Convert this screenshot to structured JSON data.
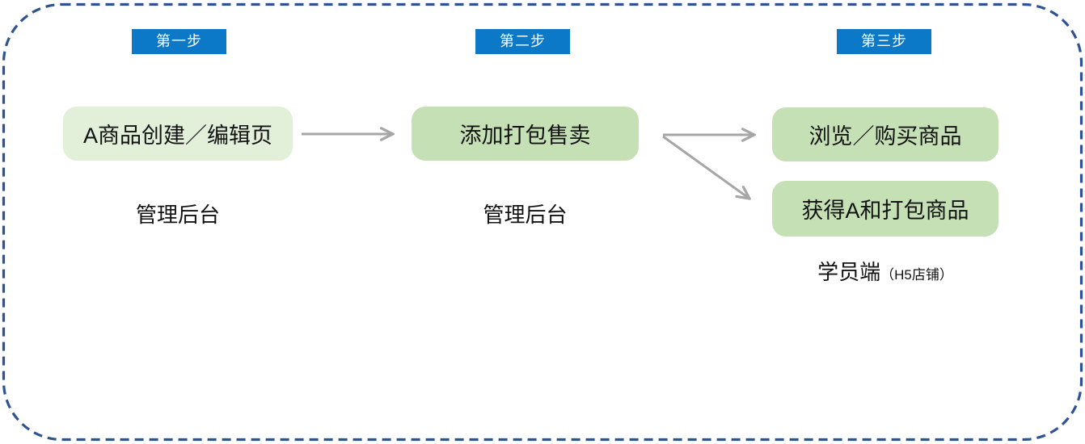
{
  "badges": {
    "step1": "第一步",
    "step2": "第二步",
    "step3": "第三步"
  },
  "boxes": {
    "box1": "A商品创建／编辑页",
    "box2": "添加打包售卖",
    "box3": "浏览／购买商品",
    "box4": "获得A和打包商品"
  },
  "labels": {
    "admin1": "管理后台",
    "admin2": "管理后台",
    "student_main": "学员端",
    "student_sub": "（H5店铺）"
  },
  "colors": {
    "badge_blue": "#0b79c7",
    "box_light_green": "#e2efd9",
    "box_green": "#c5e0b4",
    "arrow_gray": "#a6a6a6",
    "border_navy": "#2e5394",
    "text_black": "#121212",
    "badge_text_white": "#ffffff"
  }
}
